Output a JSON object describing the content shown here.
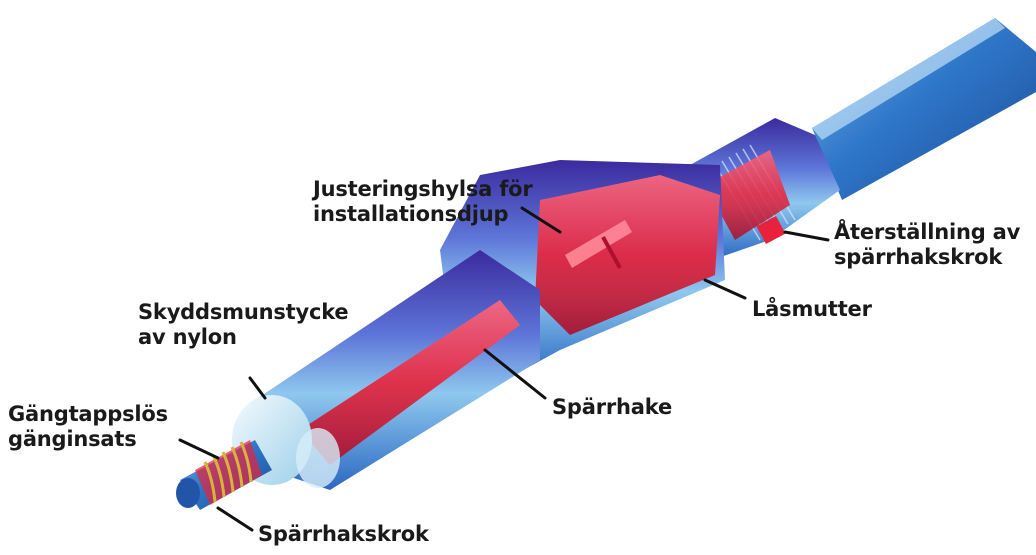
{
  "labels": {
    "adjustment_sleeve": {
      "line1": "Justeringshylsa för",
      "line2": "installationsdjup"
    },
    "latch_reset": {
      "line1": "Återställning av",
      "line2": "spärrhakskrok"
    },
    "lock_nut": "Låsmutter",
    "nylon_nozzle": {
      "line1": "Skyddsmunstycke",
      "line2": "av nylon"
    },
    "latch": "Spärrhake",
    "tangless_insert": {
      "line1": "Gängtappslös",
      "line2": "gänginsats"
    },
    "latch_hook": "Spärrhakskrok"
  },
  "colors": {
    "tool_blue": "#2f6fd1",
    "tool_purple": "#4b2fb0",
    "inner_red": "#e8223a",
    "thread_gold": "#d9b23a",
    "leader_line": "#111111"
  }
}
